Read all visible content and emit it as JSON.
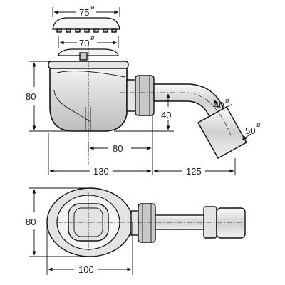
{
  "dimensions": {
    "cap_diameter": "75",
    "grate_diameter": "70",
    "height_top_view": "80",
    "height_side": "40",
    "outlet_inner": "40",
    "outlet_outer": "50",
    "offset_80": "80",
    "length_130": "130",
    "length_125": "125",
    "height_plan_view": "80",
    "width_100": "100"
  },
  "diameter_symbol": "ø"
}
